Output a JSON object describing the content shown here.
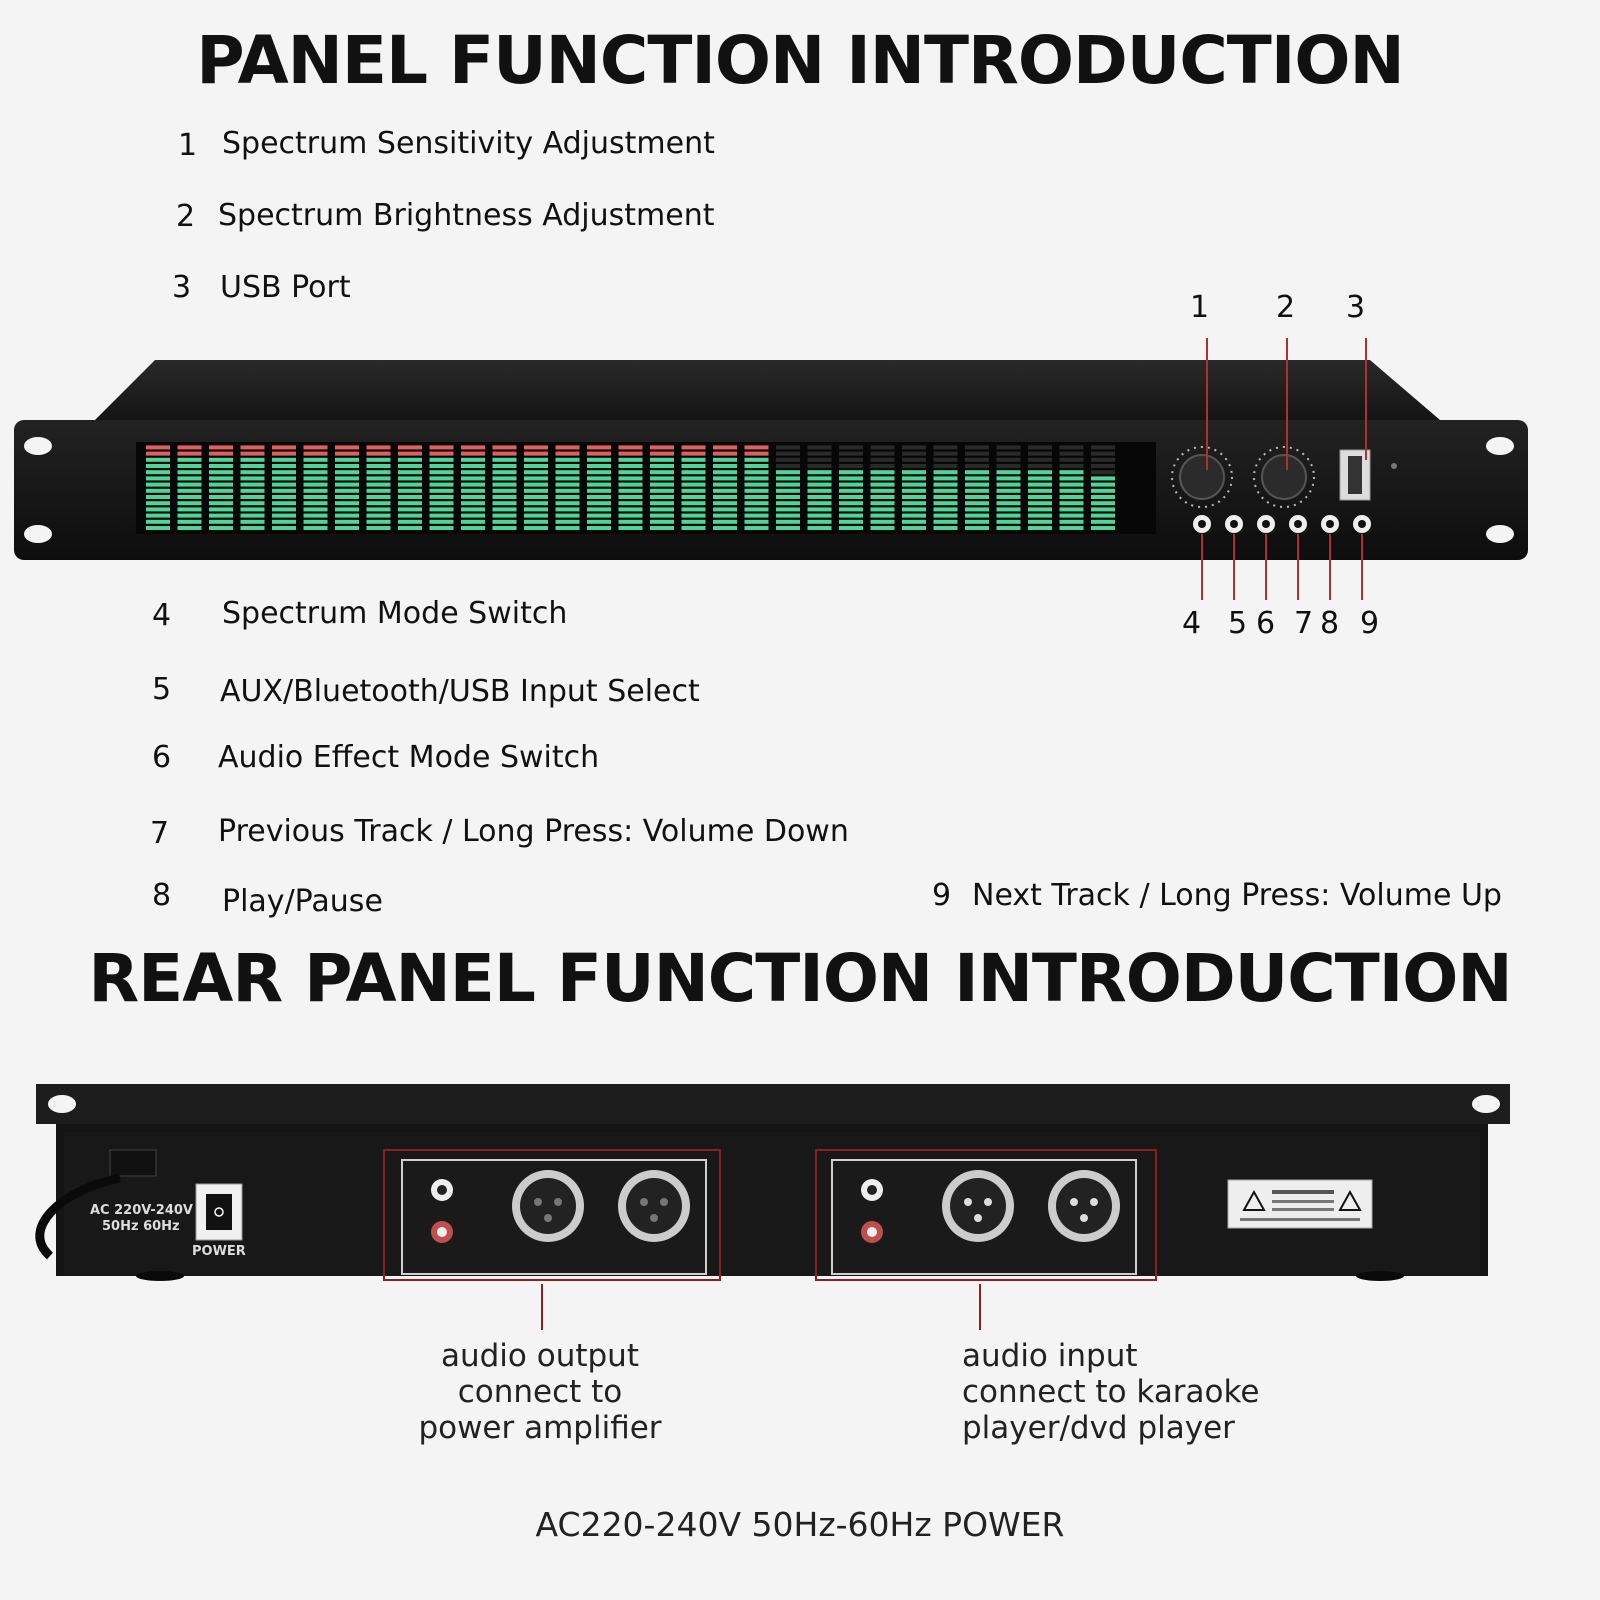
{
  "front": {
    "title": "PANEL FUNCTION INTRODUCTION",
    "items": [
      {
        "num": "1",
        "label": "Spectrum Sensitivity Adjustment"
      },
      {
        "num": "2",
        "label": "Spectrum Brightness Adjustment"
      },
      {
        "num": "3",
        "label": "USB Port"
      },
      {
        "num": "4",
        "label": "Spectrum Mode Switch"
      },
      {
        "num": "5",
        "label": "AUX/Bluetooth/USB Input Select"
      },
      {
        "num": "6",
        "label": "Audio Effect Mode Switch"
      },
      {
        "num": "7",
        "label": "Previous Track / Long Press: Volume Down"
      },
      {
        "num": "8",
        "label": "Play/Pause"
      },
      {
        "num": "9",
        "label": "Next Track / Long Press: Volume Up"
      }
    ],
    "callouts_top": [
      "1",
      "2",
      "3"
    ],
    "callouts_bottom": [
      "4",
      "5",
      "6",
      "7",
      "8",
      "9"
    ],
    "display_colors": {
      "bar": "#4fd49a",
      "peak": "#e06060",
      "inactive": "#2a2a2a"
    }
  },
  "rear": {
    "title": "REAR PANEL FUNCTION INTRODUCTION",
    "power_switch_label": "POWER",
    "output_caption": [
      "audio output",
      "connect to",
      "power amplifier"
    ],
    "input_caption": [
      "audio input",
      "connect to karaoke",
      "player/dvd player"
    ],
    "power_note": "AC220-240V 50Hz-60Hz POWER"
  }
}
